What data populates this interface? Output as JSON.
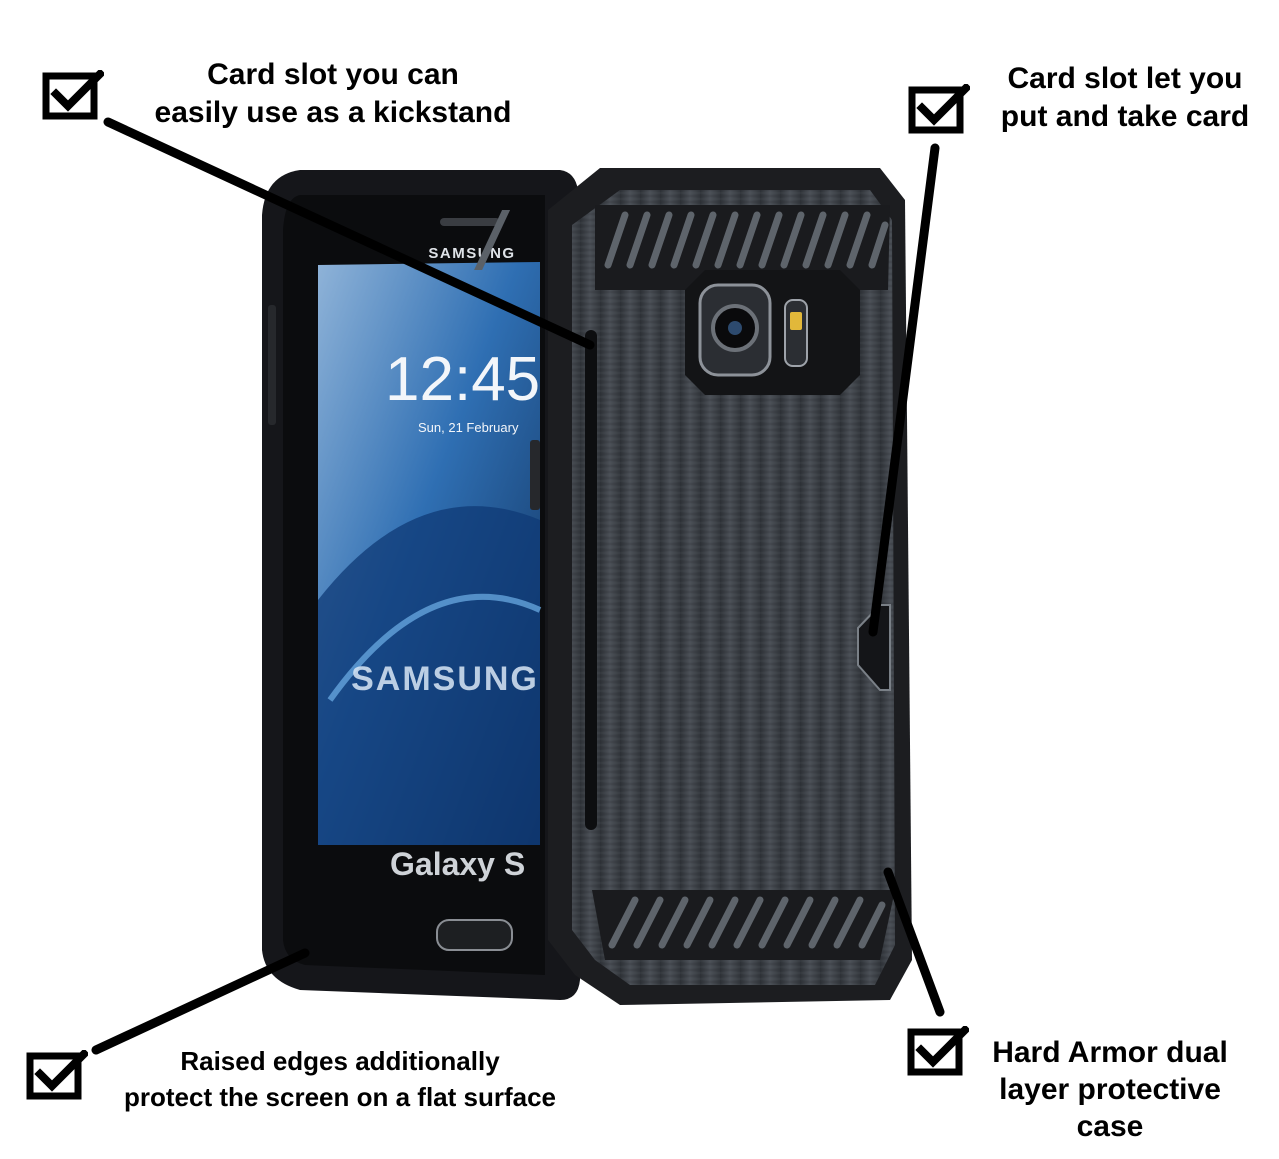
{
  "callouts": {
    "kickstand": {
      "line1": "Card slot you can",
      "line2": "easily use as a kickstand"
    },
    "card_slot": {
      "line1": "Card slot let you",
      "line2": "put and take card"
    },
    "raised_edges": {
      "line1": "Raised edges additionally",
      "line2": "protect the screen on a flat surface"
    },
    "hard_armor": {
      "line1": "Hard Armor dual",
      "line2": "layer protective",
      "line3": "case"
    }
  },
  "phone": {
    "brand": "SAMSUNG",
    "time": "12:45",
    "date": "Sun, 21 February",
    "wallpaper_brand": "SAMSUNG",
    "model": "Galaxy S"
  },
  "colors": {
    "case_body": "#3b3f45",
    "case_frame": "#1c1d20",
    "screen_blue": "#2f6fb3",
    "text": "#000000"
  },
  "icons": [
    "checkbox-check-icon"
  ]
}
